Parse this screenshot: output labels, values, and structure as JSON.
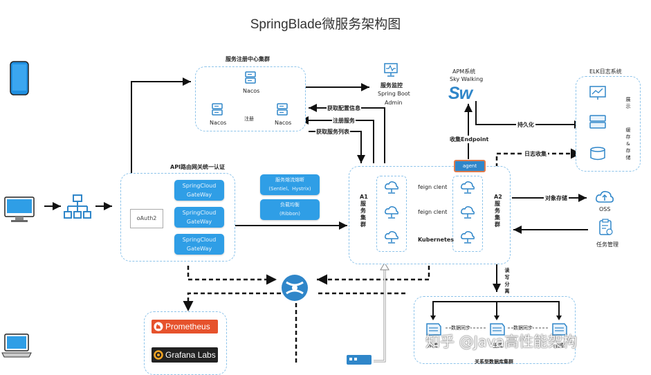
{
  "title": "SpringBlade微服务架构图",
  "registry": {
    "title": "服务注册中心集群",
    "nodes": [
      "Nacos",
      "Nacos",
      "Nacos"
    ],
    "middle_label": "注册"
  },
  "monitor": {
    "label": "服务监控",
    "name_line1": "Spring Boot",
    "name_line2": "Admin"
  },
  "apm": {
    "title": "APM系统",
    "name": "Sky Walking",
    "logo_text": "Sw",
    "collect_label": "收集Endpoint",
    "agent_label": "agent"
  },
  "elk": {
    "title": "ELK日志系统",
    "side_label_top": "展示",
    "side_label_bottom": "缓存&存储",
    "log_label": "日志收集",
    "persist_label": "持久化"
  },
  "arrows": {
    "config": "获取配置信息",
    "register": "注册服务",
    "service_list": "获取服务列表",
    "object_storage": "对象存储",
    "read_write": "读写分离"
  },
  "gateway": {
    "title": "API路由网关统一认证",
    "oauth": "oAuth2",
    "items": [
      {
        "line1": "SpringCloud",
        "line2": "GateWay"
      },
      {
        "line1": "SpringCloud",
        "line2": "GateWay"
      },
      {
        "line1": "SpringCloud",
        "line2": "GateWay"
      }
    ]
  },
  "mid_services": [
    {
      "line1": "服务熔流熔断",
      "line2": "(Sentiel、Hystrix)"
    },
    {
      "line1": "负载均衡",
      "line2": "(Ribbon)"
    }
  ],
  "cluster": {
    "a1": "A1服务集群",
    "a2": "A2服务集群",
    "feign1": "feign clent",
    "feign2": "feign clent",
    "k8s": "Kubernetes"
  },
  "oss_label": "OSS",
  "task_label": "任务管理",
  "db": {
    "title": "关系型数据库集群",
    "sync1": "数据同步",
    "sync2": "数据同步",
    "node_left": "从库",
    "node_mid": "主库",
    "node_right": "副库"
  },
  "monitoring_tools": {
    "prometheus": "Prometheus",
    "grafana": "Grafana Labs"
  },
  "watermark": "知乎 @Java高性能架构"
}
